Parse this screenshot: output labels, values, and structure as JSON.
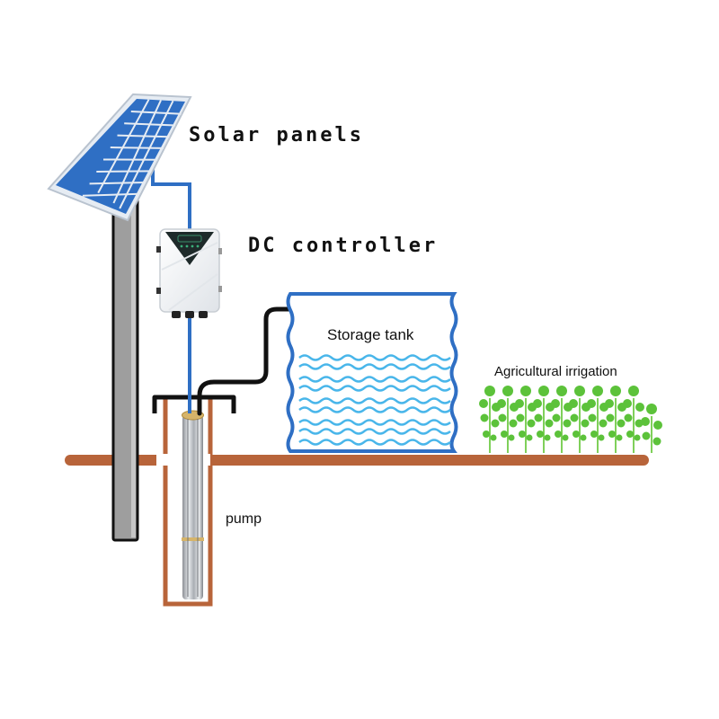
{
  "diagram": {
    "title": "Solar water pumping system",
    "labels": {
      "solar_panels": "Solar panels",
      "dc_controller": "DC controller",
      "storage_tank": "Storage tank",
      "agricultural_irrigation": "Agricultural irrigation",
      "pump": "pump"
    },
    "colors": {
      "panel_cell": "#2f6fc4",
      "panel_frame": "#e6ecf3",
      "cable": "#2f6fc4",
      "pipe": "#111111",
      "ground": "#b8643a",
      "pole": "#9e9e9e",
      "tank_wall": "#2f6fc4",
      "water": "#49b6ea",
      "plants": "#5cc23a"
    },
    "components": [
      {
        "id": "solar-panel",
        "name": "Solar panels"
      },
      {
        "id": "dc-controller",
        "name": "DC controller"
      },
      {
        "id": "storage-tank",
        "name": "Storage tank"
      },
      {
        "id": "pump",
        "name": "pump"
      },
      {
        "id": "irrigation",
        "name": "Agricultural irrigation"
      }
    ]
  }
}
